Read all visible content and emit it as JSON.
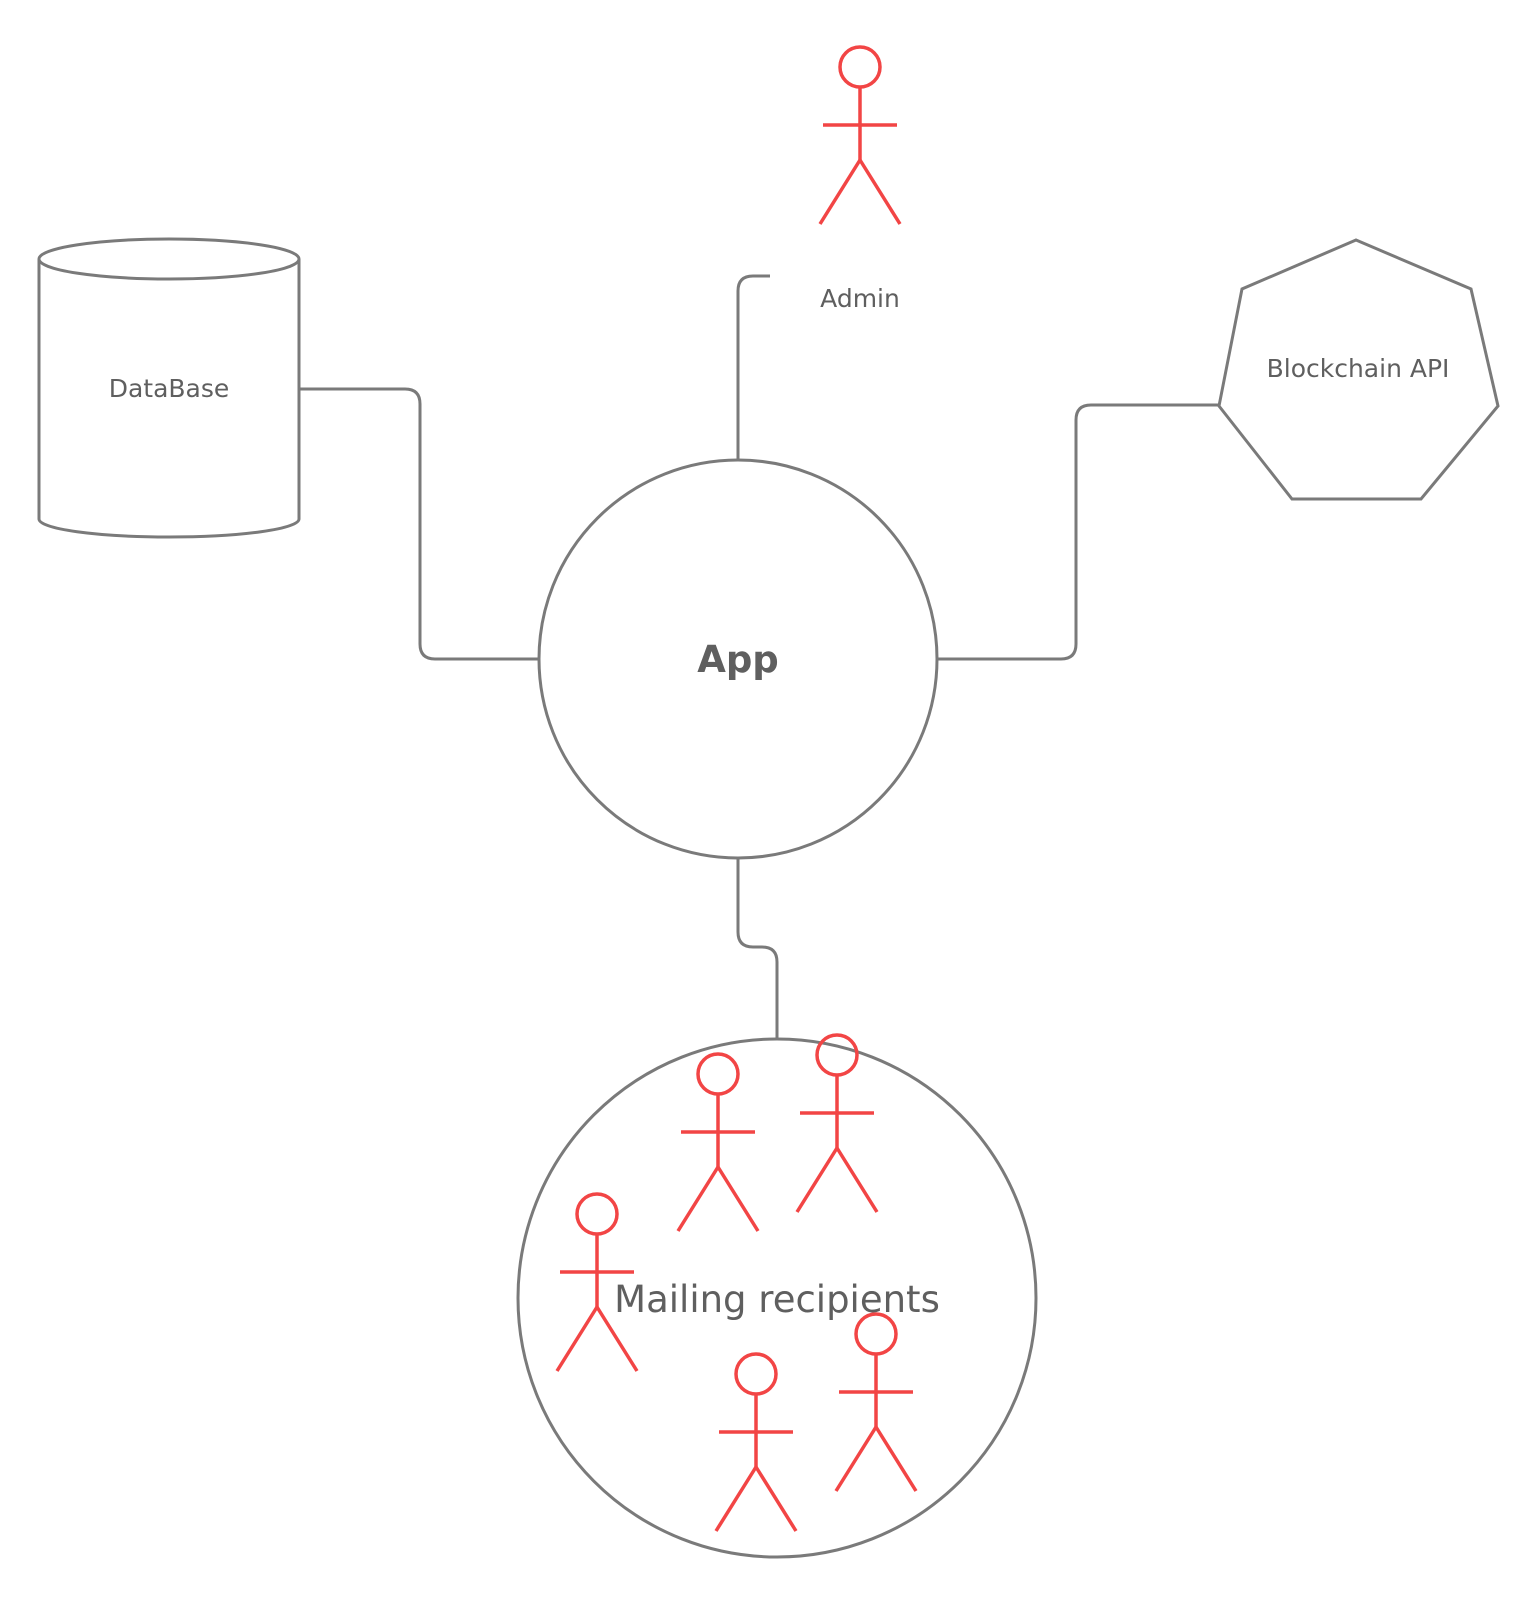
{
  "diagram": {
    "nodes": {
      "app": {
        "label": "App"
      },
      "database": {
        "label": "DataBase"
      },
      "admin": {
        "label": "Admin"
      },
      "blockchain_api": {
        "label": "Blockchain API"
      },
      "mailing_recipients": {
        "label": "Mailing recipients"
      }
    },
    "edges": [
      {
        "from": "database",
        "to": "app"
      },
      {
        "from": "admin",
        "to": "app"
      },
      {
        "from": "blockchain_api",
        "to": "app"
      },
      {
        "from": "app",
        "to": "mailing_recipients"
      }
    ]
  },
  "colors": {
    "stroke": "#7a7a7a",
    "text": "#5f5f5f",
    "actor": "#f24545",
    "background": "#ffffff"
  },
  "icons": {
    "actor": "stick-figure-actor-icon",
    "database": "cylinder-database-icon",
    "api": "heptagon-api-icon"
  }
}
